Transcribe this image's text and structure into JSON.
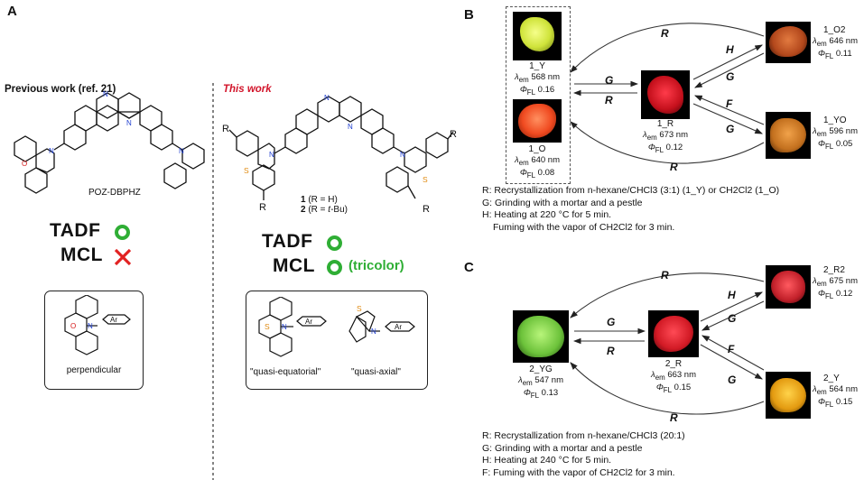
{
  "panelA": {
    "letter": "A",
    "previous_label": "Previous work (ref. 21)",
    "this_label": "This work",
    "compound_name": "POZ-DBPHZ",
    "r_group": "R",
    "legend_1_num": "1",
    "legend_1_text": " (R = H)",
    "legend_2_num": "2",
    "legend_2_text": " (R = ",
    "legend_2_tbu": "t",
    "legend_2_end": "-Bu)",
    "tadf_label": "TADF",
    "mcl_label": "MCL",
    "tricolor_label": "(tricolor)",
    "conformer_perp": "perpendicular",
    "conformer_eq": "\"quasi-equatorial\"",
    "conformer_ax": "\"quasi-axial\"",
    "ar_label": "Ar",
    "atoms": {
      "n": "N",
      "o": "O",
      "s": "S"
    }
  },
  "panelB": {
    "letter": "B",
    "y": {
      "name": "1_Y",
      "wl": "568 nm",
      "phi": "0.16"
    },
    "o": {
      "name": "1_O",
      "wl": "640 nm",
      "phi": "0.08"
    },
    "r": {
      "name": "1_R",
      "wl": "673 nm",
      "phi": "0.12"
    },
    "o2": {
      "name": "1_O2",
      "wl": "646 nm",
      "phi": "0.11"
    },
    "yo": {
      "name": "1_YO",
      "wl": "596 nm",
      "phi": "0.05"
    },
    "notes": [
      "R: Recrystallization from n-hexane/CHCl3 (3:1) (1_Y) or CH2Cl2 (1_O)",
      "G: Grinding with a mortar and a pestle",
      "H: Heating at 220 °C for 5 min.",
      "Fuming with the vapor of CH2Cl2 for 3 min."
    ]
  },
  "panelC": {
    "letter": "C",
    "yg": {
      "name": "2_YG",
      "wl": "547 nm",
      "phi": "0.13"
    },
    "r": {
      "name": "2_R",
      "wl": "663 nm",
      "phi": "0.15"
    },
    "r2": {
      "name": "2_R2",
      "wl": "675 nm",
      "phi": "0.12"
    },
    "y": {
      "name": "2_Y",
      "wl": "564 nm",
      "phi": "0.15"
    },
    "notes": [
      "R: Recrystallization from n-hexane/CHCl3 (20:1)",
      "G: Grinding with a mortar and a pestle",
      "H: Heating at 240 °C for 5 min.",
      "F: Fuming with the vapor of CH2Cl2 for 3 min."
    ]
  },
  "arrow_labels": {
    "r": "R",
    "g": "G",
    "h": "H",
    "f": "F"
  },
  "em_label": "λ",
  "em_sub": "em",
  "phi_label": "Φ",
  "phi_sub": "FL",
  "colors": {
    "green": "#2fae35",
    "red_x": "#e22222",
    "this_work_red": "#d2142a",
    "n_blue": "#1f3fd0",
    "o_red": "#d51818",
    "s_orange": "#e08a10"
  }
}
